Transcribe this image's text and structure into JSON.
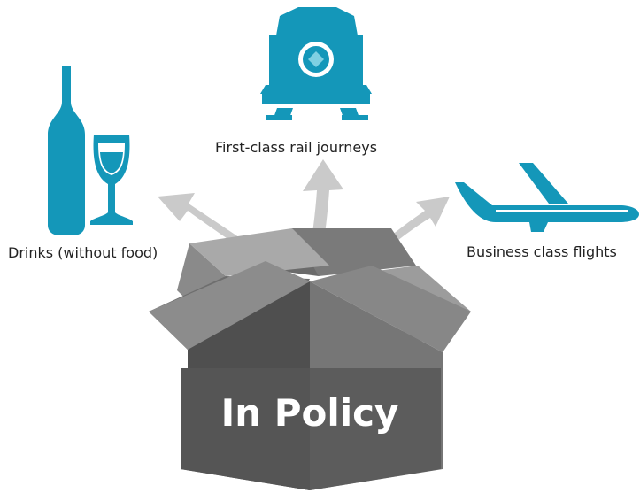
{
  "colors": {
    "icon_teal": "#1497b9",
    "arrow_gray": "#c9c9c9",
    "box_dark": "#5b5b5b",
    "box_light": "#8f8f8f",
    "text": "#222222"
  },
  "icons": {
    "rail": "train-icon",
    "drinks": "wine-bottle-and-glass-icon",
    "flights": "airplane-icon",
    "box": "open-box-icon"
  },
  "labels": {
    "rail": "First-class rail journeys",
    "drinks": "Drinks (without food)",
    "flights": "Business class flights"
  },
  "box": {
    "title": "In Policy"
  }
}
